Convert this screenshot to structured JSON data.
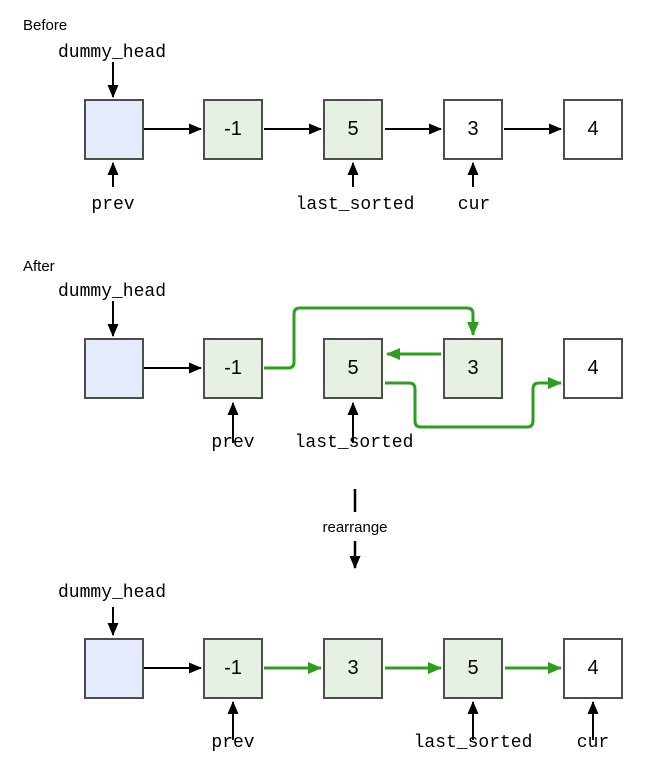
{
  "colors": {
    "node_border": "#4d4d4d",
    "dummy_node_fill": "#e4ecfb",
    "sorted_node_fill": "#e7f1e3",
    "plain_node_fill": "#ffffff",
    "link_color": "#000000",
    "highlight_link_color": "#2f9e1f",
    "text_color": "#000000"
  },
  "sections": {
    "before": {
      "title": "Before",
      "dummy_head": "dummy_head",
      "nodes": [
        {
          "value": "",
          "type": "dummy"
        },
        {
          "value": "-1",
          "type": "sorted"
        },
        {
          "value": "5",
          "type": "sorted"
        },
        {
          "value": "3",
          "type": "plain"
        },
        {
          "value": "4",
          "type": "plain"
        }
      ],
      "pointers": {
        "prev": "prev",
        "last_sorted": "last_sorted",
        "cur": "cur"
      }
    },
    "after": {
      "title": "After",
      "dummy_head": "dummy_head",
      "nodes": [
        {
          "value": "",
          "type": "dummy"
        },
        {
          "value": "-1",
          "type": "sorted"
        },
        {
          "value": "5",
          "type": "sorted"
        },
        {
          "value": "3",
          "type": "sorted"
        },
        {
          "value": "4",
          "type": "plain"
        }
      ],
      "pointers": {
        "prev": "prev",
        "last_sorted": "last_sorted"
      }
    },
    "transition": {
      "label": "rearrange"
    },
    "final": {
      "dummy_head": "dummy_head",
      "nodes": [
        {
          "value": "",
          "type": "dummy"
        },
        {
          "value": "-1",
          "type": "sorted"
        },
        {
          "value": "3",
          "type": "sorted"
        },
        {
          "value": "5",
          "type": "sorted"
        },
        {
          "value": "4",
          "type": "plain"
        }
      ],
      "pointers": {
        "prev": "prev",
        "last_sorted": "last_sorted",
        "cur": "cur"
      }
    }
  }
}
